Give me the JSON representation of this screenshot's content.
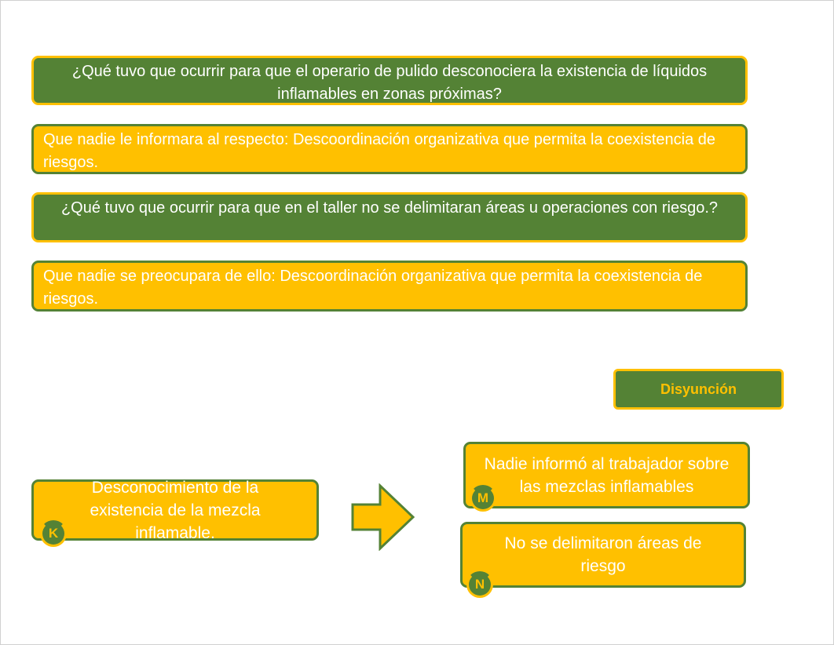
{
  "questions": [
    {
      "q": "¿Qué tuvo que ocurrir para que el operario de pulido desconociera la existencia de líquidos inflamables en zonas próximas?",
      "a": "Que nadie le informara al respecto: Descoordinación organizativa que permita la coexistencia de riesgos."
    },
    {
      "q": "¿Qué tuvo que ocurrir para que en el taller no se delimitaran áreas u operaciones con riesgo.?",
      "a": "Que nadie se preocupara de ello: Descoordinación organizativa que permita la coexistencia de riesgos."
    }
  ],
  "disjunction_label": "Disyunción",
  "nodes": {
    "k": {
      "text": "Desconocimiento de la existencia de la mezcla inflamable.",
      "letter": "K"
    },
    "m": {
      "text": "Nadie informó al trabajador sobre las mezclas inflamables",
      "letter": "M"
    },
    "n": {
      "text": "No se delimitaron áreas de riesgo",
      "letter": "N"
    }
  },
  "colors": {
    "green": "#548235",
    "yellow": "#FFC000"
  }
}
